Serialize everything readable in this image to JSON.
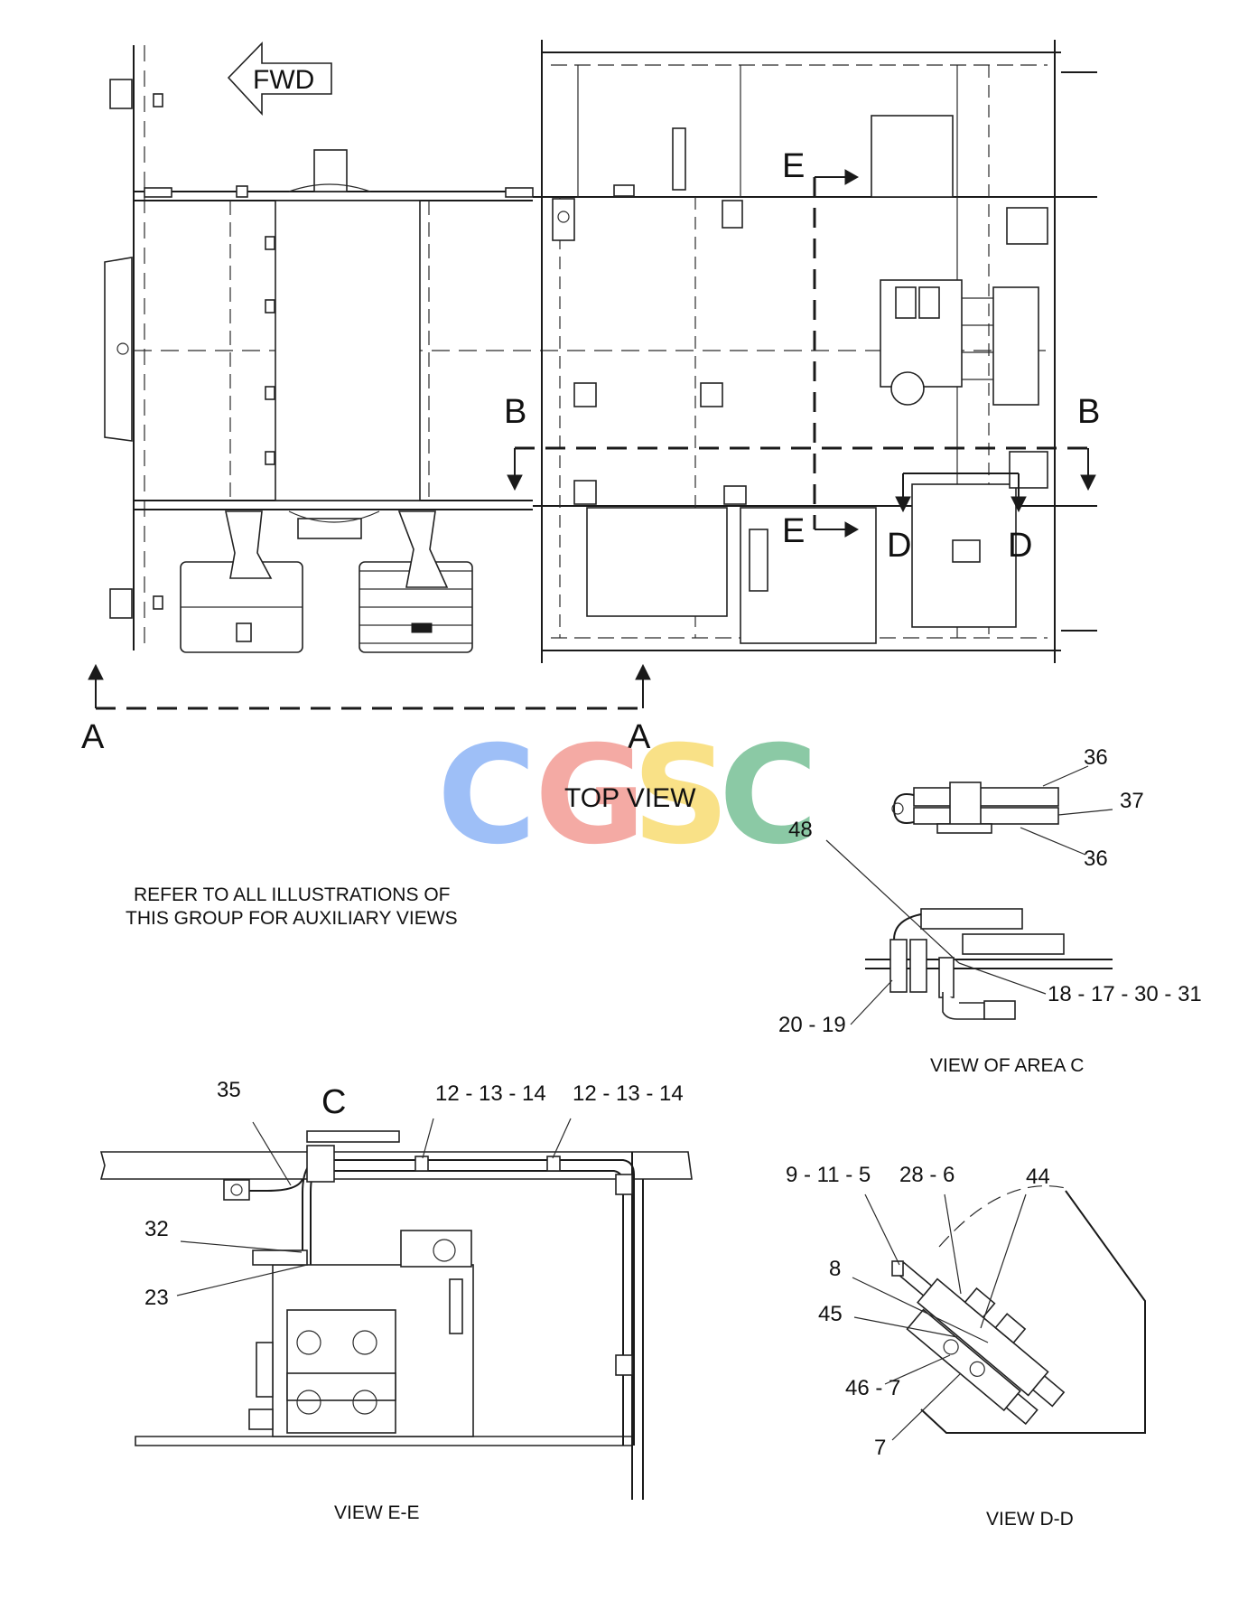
{
  "top_view": {
    "fwd_label": "FWD",
    "caption": "TOP VIEW",
    "section_a": "A",
    "section_b": "B",
    "section_d": "D",
    "section_e": "E"
  },
  "note": {
    "line1": "REFER TO ALL ILLUSTRATIONS OF",
    "line2": "THIS GROUP FOR AUXILIARY VIEWS"
  },
  "watermark": {
    "letters": [
      "C",
      "G",
      "S",
      "C"
    ],
    "colors": [
      "#7aa7f5",
      "#f08a82",
      "#f7d65a",
      "#5fb583"
    ]
  },
  "view_c": {
    "caption": "VIEW OF AREA  C",
    "callouts": [
      "36",
      "37",
      "36",
      "48",
      "18 - 17 - 30 - 31",
      "20 - 19"
    ]
  },
  "view_e": {
    "caption": "VIEW  E-E",
    "area_label": "C",
    "callouts": [
      "35",
      "12 - 13 - 14",
      "12 - 13 - 14",
      "32",
      "23"
    ]
  },
  "view_d": {
    "caption": "VIEW  D-D",
    "callouts": [
      "9 - 11 - 5",
      "28 - 6",
      "44",
      "8",
      "45",
      "46 - 7",
      "7"
    ]
  }
}
